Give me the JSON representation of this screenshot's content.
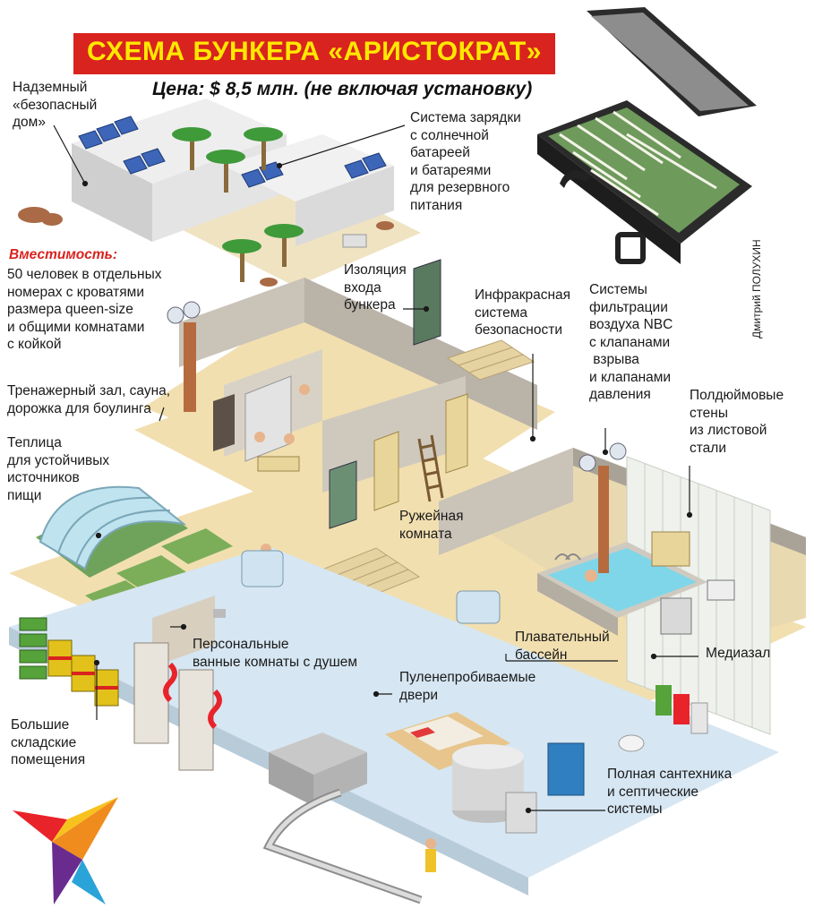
{
  "title": "СХЕМА БУНКЕРА «АРИСТОКРАТ»",
  "price": "Цена:  $ 8,5 млн. (не включая установку)",
  "labels": {
    "safe_house": "Надземный\n«безопасный\nдом»",
    "solar": "Система зарядки\nс солнечной\nбатареей\nи батареями\nдля резервного\nпитания",
    "capacity_head": "Вместимость:",
    "capacity": "50 человек в отдельных\nномерах с кроватями\nразмера queen-size\nи общими комнатами\nс койкой",
    "gym": "Тренажерный зал, сауна,\nдорожка для боулинга",
    "greenhouse": "Теплица\nдля устойчивых\nисточников\nпищи",
    "entrance": "Изоляция\nвхода\nбункера",
    "infrared": "Инфракрасная\nсистема\nбезопасности",
    "nbc": "Системы\nфильтрации\nвоздуха NBC\nс клапанами\n взрыва\nи клапанами\nдавления",
    "steel": "Полдюймовые\nстены\nиз листовой\nстали",
    "gun_room": "Ружейная\nкомната",
    "pool": "Плавательный\nбассейн",
    "media": "Медиазал",
    "bathrooms": "Персональные\nванные комнаты с душем",
    "bulletproof": "Пуленепробиваемые\nдвери",
    "storage": "Большие\nскладские\nпомещения",
    "plumbing": "Полная сантехника\nи септические\nсистемы"
  },
  "credit": "Дмитрий ПОЛУХИН",
  "colors": {
    "banner": "#d9231f",
    "title_text": "#ffe800",
    "floor": "#f2dfb0",
    "wall": "#c9c3b8",
    "wall_dark": "#a9a397",
    "basement": "#d6e6f2",
    "pool_water": "#7fd6e8",
    "greenhouse": "#bfe3ef",
    "barrel": "#e2c21a",
    "logo_red": "#e8232a"
  },
  "icons": [
    "solar-panel-icon",
    "palm-tree-icon",
    "briefcase-money-icon",
    "door-icon",
    "ladder-icon",
    "barrel-icon",
    "generator-icon",
    "bird-logo-icon"
  ]
}
